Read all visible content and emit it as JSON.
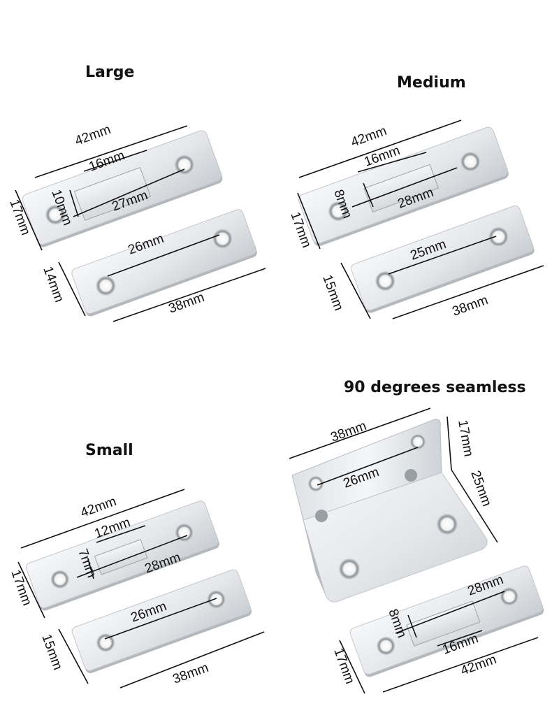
{
  "groups": {
    "large": {
      "title": "Large",
      "width": "42mm",
      "magnet_len": "16mm",
      "magnet_h": "10mm",
      "hole_pitch": "27mm",
      "height": "17mm",
      "plate_hole_pitch": "26mm",
      "plate_height": "14mm",
      "plate_width": "38mm"
    },
    "medium": {
      "title": "Medium",
      "width": "42mm",
      "magnet_len": "16mm",
      "magnet_h": "8mm",
      "hole_pitch": "28mm",
      "height": "17mm",
      "plate_hole_pitch": "25mm",
      "plate_height": "15mm",
      "plate_width": "38mm"
    },
    "small": {
      "title": "Small",
      "width": "42mm",
      "magnet_len": "12mm",
      "magnet_h": "7mm",
      "hole_pitch": "28mm",
      "height": "17mm",
      "plate_hole_pitch": "26mm",
      "plate_height": "15mm",
      "plate_width": "38mm"
    },
    "seamless": {
      "title": "90 degrees seamless",
      "bracket_width": "38mm",
      "bracket_hole_pitch": "26mm",
      "bracket_top": "17mm",
      "bracket_side": "25mm",
      "magnet_pitch": "28mm",
      "magnet_h": "8mm",
      "magnet_len": "16mm",
      "height": "17mm",
      "width": "42mm"
    }
  },
  "colors": {
    "steel_light": "#f4f5f7",
    "steel_mid": "#d9dcdf",
    "steel_dark": "#9ea3a8",
    "magnet": "#e9eaec",
    "ink": "#111111"
  }
}
